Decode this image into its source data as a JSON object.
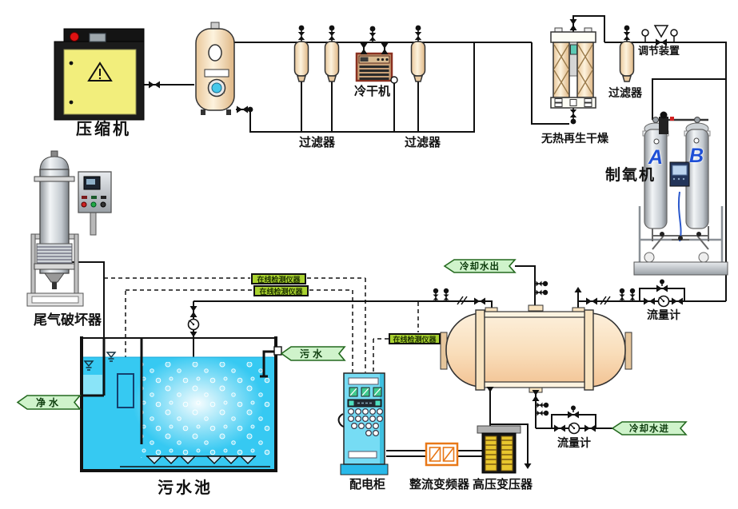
{
  "diagram": {
    "equipment_labels": {
      "compressor": "压缩机",
      "filter_1": "过滤器",
      "cold_dryer": "冷干机",
      "filter_2": "过滤器",
      "heatless_dryer": "无热再生干燥",
      "filter_3": "过滤器",
      "regulator": "调节装置",
      "oxygen_generator": "制氧机",
      "oxygen_tower_a": "A",
      "oxygen_tower_b": "B",
      "tail_gas_destructor": "尾气破坏器",
      "sewage_pool": "污水池",
      "power_cabinet": "配电柜",
      "rectifier_inverter": "整流变频器",
      "hv_transformer": "高压变压器",
      "flow_meter_oxygen": "流量计",
      "flow_meter_cooling": "流量计"
    },
    "flow_banners": {
      "sewage_in": "污水",
      "clean_water_out": "净水",
      "cooling_water_out": "冷却水出",
      "cooling_water_in": "冷却水进"
    },
    "online_detectors": {
      "detector_1": "在线检测仪器",
      "detector_2": "在线检测仪器",
      "detector_3": "在线检测仪器"
    },
    "colors": {
      "pipe": "#111111",
      "compressor_panel_yellow": "#f2ee7c",
      "vessel_cream": "#f9ddb9",
      "pool_water_blue": "#36c9f2",
      "cabinet_blue": "#76dcf4",
      "banner_green": "#cff3cb",
      "detector_green": "#a9d22f",
      "cold_dryer_brown": "#8a3020",
      "transformer_coil_yellow": "#e8c62e",
      "rectifier_orange": "#e87818",
      "tower_letter_blue": "#1e4fd6"
    }
  }
}
